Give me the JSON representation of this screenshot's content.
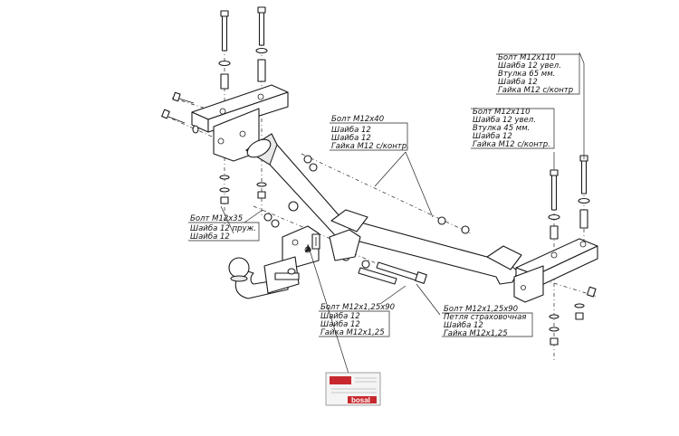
{
  "callouts": {
    "top_right": [
      "Болт М12х110",
      "Шайба 12 увел.",
      "Втулка 65 мм.",
      "Шайба 12",
      "Гайка М12 с/контр"
    ],
    "mid_right": [
      "Болт М12х110",
      "Шайба 12 увел.",
      "Втулка 45 мм.",
      "Шайба 12",
      "Гайка М12 с/контр."
    ],
    "center": [
      "Болт М12х40",
      "Шайба 12",
      "Шайба 12",
      "Гайка М12 с/контр."
    ],
    "left": [
      "Болт М12х35",
      "Шайба 12 пруж.",
      "Шайба 12"
    ],
    "bottom_left": [
      "Болт М12х1,25х90",
      "Шайба 12",
      "Шайба 12",
      "Гайка М12х1,25"
    ],
    "bottom_right": [
      "Болт М12х1,25х90",
      "Петля страховочная",
      "Шайба 12",
      "Гайка М12х1,25"
    ]
  },
  "nameplate": {
    "brand": "bosal"
  },
  "colors": {
    "line": "#1a1a1a",
    "brand_red": "#c8282d"
  }
}
